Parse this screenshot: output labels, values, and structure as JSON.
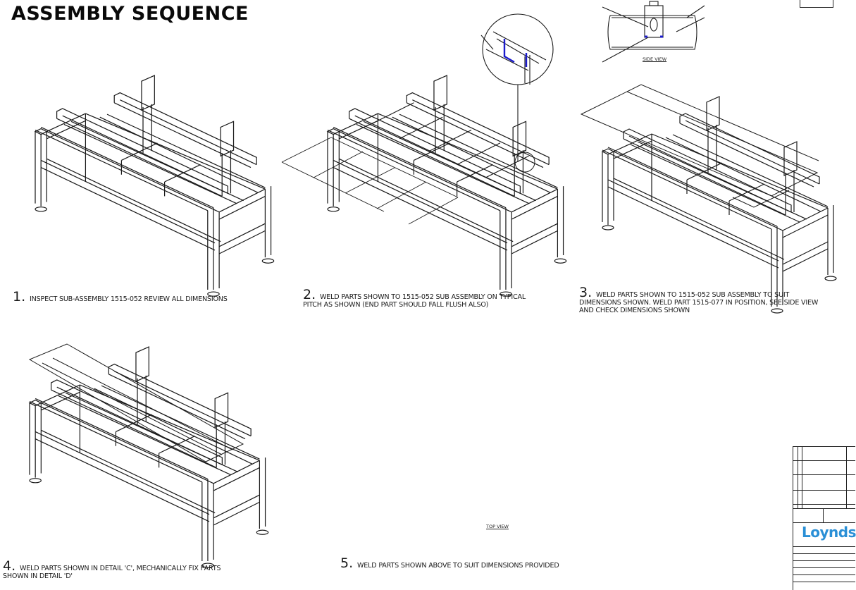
{
  "document": {
    "title": "ASSEMBLY SEQUENCE"
  },
  "steps": [
    {
      "number": "1.",
      "text": "INSPECT SUB-ASSEMBLY 1515-052 REVIEW ALL DIMENSIONS"
    },
    {
      "number": "2.",
      "text_line1": "WELD PARTS SHOWN TO 1515-052 SUB ASSEMBLY ON TYPICAL",
      "text_line2": "PITCH AS SHOWN (END PART SHOULD FALL FLUSH ALSO)"
    },
    {
      "number": "3.",
      "text_line1": "WELD PARTS SHOWN TO 1515-052 SUB ASSEMBLY TO SUIT",
      "text_line2": "DIMENSIONS SHOWN. WELD PART 1515-077 IN POSITION, SEE SIDE VIEW",
      "text_line3": "AND CHECK DIMENSIONS SHOWN"
    },
    {
      "number": "4.",
      "text_line1": "WELD PARTS SHOWN IN DETAIL 'C', MECHANICALLY FIX PARTS",
      "text_line2": "SHOWN IN DETAIL 'D'"
    },
    {
      "number": "5.",
      "text": "WELD PARTS SHOWN ABOVE TO SUIT DIMENSIONS PROVIDED"
    }
  ],
  "views": {
    "side_view_label": "SIDE VIEW",
    "top_view_label": "TOP VIEW"
  },
  "title_block": {
    "company_logo_text": "Loynds"
  },
  "colors": {
    "weld_highlight": "#1a1acc",
    "logo_blue": "#2a8fd6",
    "logo_dot": "#e0166e",
    "line": "#1a1a1a"
  }
}
